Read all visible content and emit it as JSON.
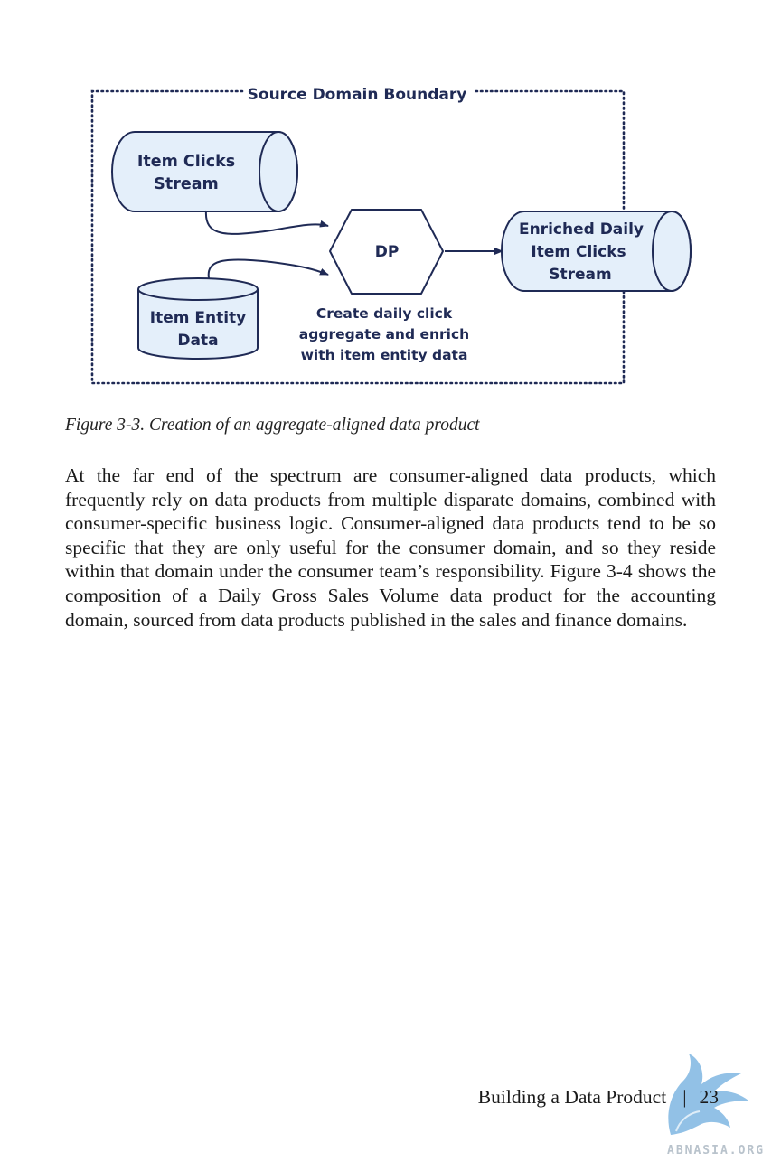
{
  "figure": {
    "boundary_label": "Source Domain Boundary",
    "item_clicks": {
      "line1": "Item Clicks",
      "line2": "Stream"
    },
    "item_entity": {
      "line1": "Item Entity",
      "line2": "Data"
    },
    "dp_label": "DP",
    "enriched": {
      "line1": "Enriched Daily",
      "line2": "Item Clicks",
      "line3": "Stream"
    },
    "dp_description": {
      "line1": "Create daily click",
      "line2": "aggregate and enrich",
      "line3": "with item entity data"
    },
    "colors": {
      "node_fill": "#e4effa",
      "node_stroke": "#1f2a55",
      "boundary": "#1f2a55"
    }
  },
  "caption": "Figure 3-3. Creation of an aggregate-aligned data product",
  "paragraph": "At the far end of the spectrum are consumer-aligned data products, which frequently rely on data products from multiple disparate domains, combined with consumer-specific business logic. Consumer-aligned data products tend to be so specific that they are only useful for the consumer domain, and so they reside within that domain under the consumer team’s responsibility. Figure 3-4 shows the composition of a Daily Gross Sales Volume data product for the accounting domain, sourced from data products published in the sales and finance domains.",
  "footer": {
    "section_title": "Building a Data Product",
    "separator": "|",
    "page_number": "23"
  },
  "watermark": {
    "text": "ABNASIA.ORG"
  }
}
